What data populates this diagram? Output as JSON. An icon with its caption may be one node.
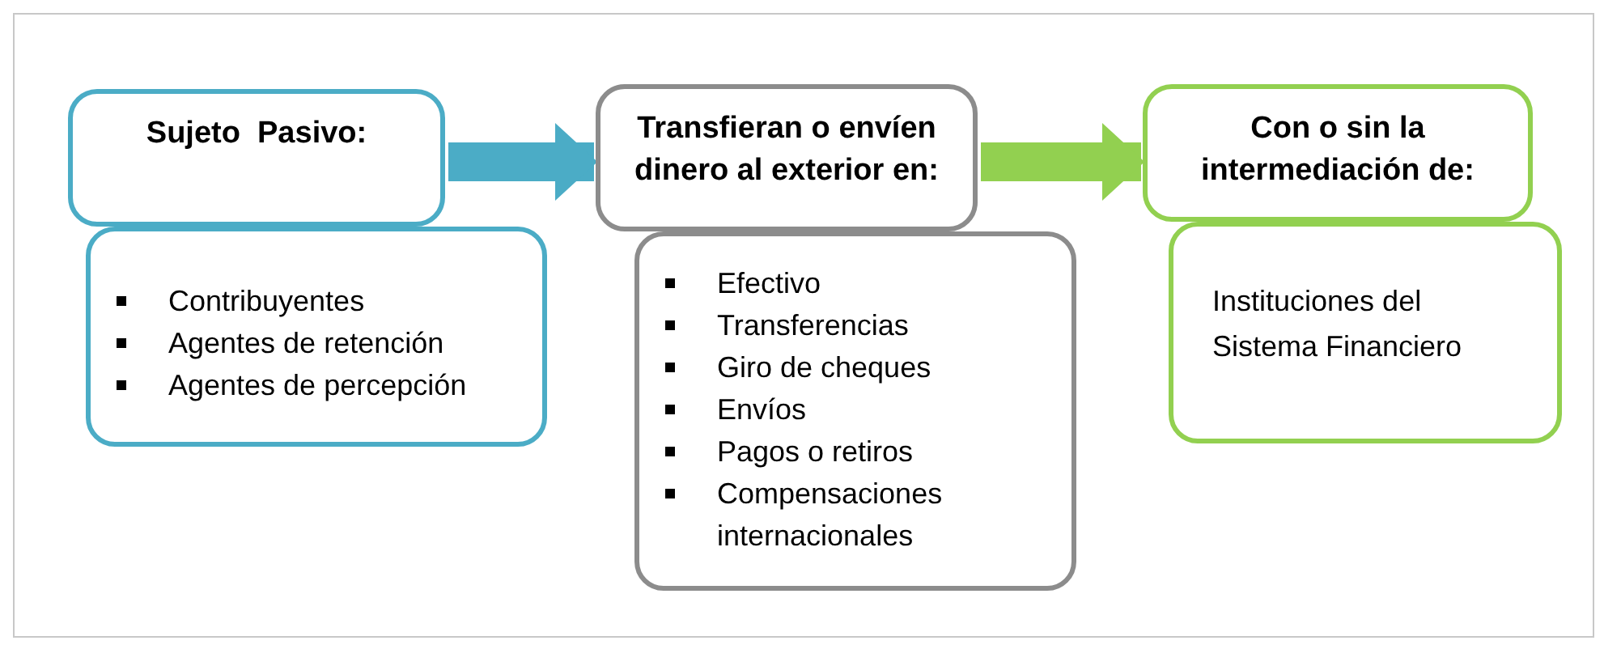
{
  "diagram": {
    "nodes": [
      {
        "text": [
          "Sujeto  Pasivo:"
        ]
      },
      {
        "text": [
          "Contribuyentes",
          "Agentes de retención",
          "Agentes de percepción"
        ]
      },
      {
        "text": [
          "Transfieran o envíen dinero al exterior en:"
        ]
      },
      {
        "text": [
          "Efectivo",
          "Transferencias",
          "Giro de cheques",
          "Envíos",
          "Pagos o retiros",
          "Compensaciones internacionales"
        ]
      },
      {
        "text": [
          "Con o sin la intermediación de:"
        ]
      },
      {
        "text": [
          "Instituciones del Sistema Financiero"
        ]
      }
    ],
    "edges": [
      {
        "from": 0,
        "to": 2,
        "arrow": "to",
        "color": "#4bacc6"
      },
      {
        "from": 2,
        "to": 4,
        "arrow": "to",
        "color": "#92d050"
      }
    ]
  }
}
